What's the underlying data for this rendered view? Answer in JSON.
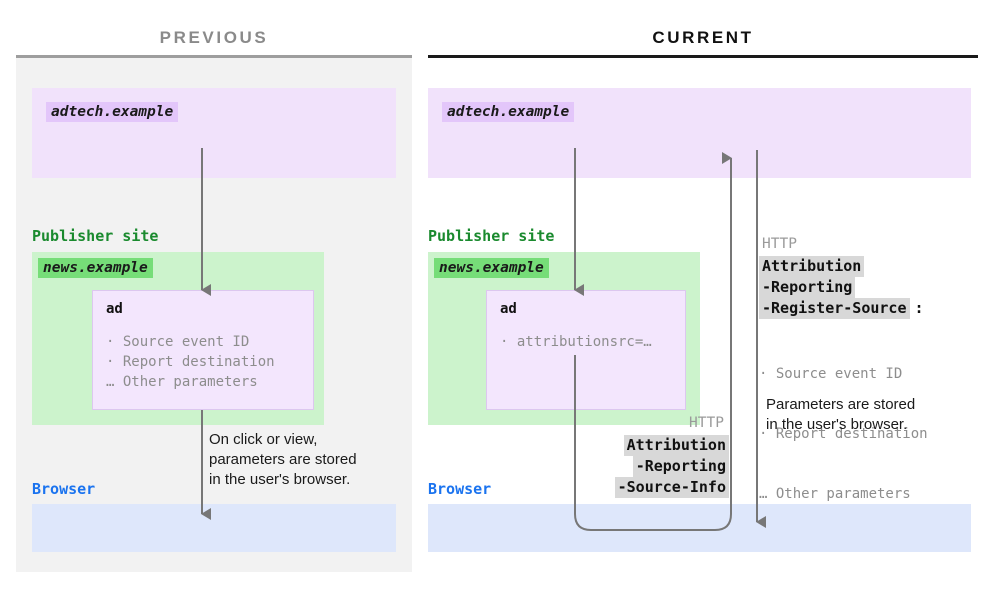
{
  "columns": {
    "previous": {
      "title": "PREVIOUS"
    },
    "current": {
      "title": "CURRENT"
    }
  },
  "colors": {
    "adtech_zone": "#f1e2fb",
    "adtech_badge": "#e3c6fa",
    "publisher_zone": "#ccf3cc",
    "publisher_badge": "#76dd78",
    "publisher_label": "#1a8a2e",
    "browser_zone": "#dee7fb",
    "browser_label": "#1a73ef",
    "panel_previous_bg": "#f2f2f2",
    "panel_current_bg": "#ffffff",
    "rule_previous": "#9e9e9e",
    "rule_current": "#1a1a1a",
    "arrow": "#777777",
    "highlight_bg": "#d8d8d8"
  },
  "previous": {
    "adtech_badge": "adtech.example",
    "publisher_label": "Publisher site",
    "news_badge": "news.example",
    "ad_title": "ad",
    "ad_items": [
      "· Source event ID",
      "· Report destination",
      "… Other parameters"
    ],
    "note_lines": [
      "On click or view,",
      "parameters are stored",
      "in the user's browser."
    ],
    "browser_label": "Browser"
  },
  "current": {
    "adtech_badge": "adtech.example",
    "publisher_label": "Publisher site",
    "news_badge": "news.example",
    "ad_title": "ad",
    "ad_items": [
      "· attributionsrc=…"
    ],
    "browser_label": "Browser",
    "request_header": {
      "protocol_label": "HTTP",
      "parts": [
        "Attribution",
        "-Reporting",
        "-Source-Info"
      ]
    },
    "response_header": {
      "protocol_label": "HTTP",
      "parts": [
        "Attribution",
        "-Reporting",
        "-Register-Source"
      ],
      "colon": ":",
      "params": [
        "· Source event ID",
        "· Report destination",
        "… Other parameters"
      ],
      "note_lines": [
        "Parameters are stored",
        "in the user's browser."
      ]
    }
  }
}
